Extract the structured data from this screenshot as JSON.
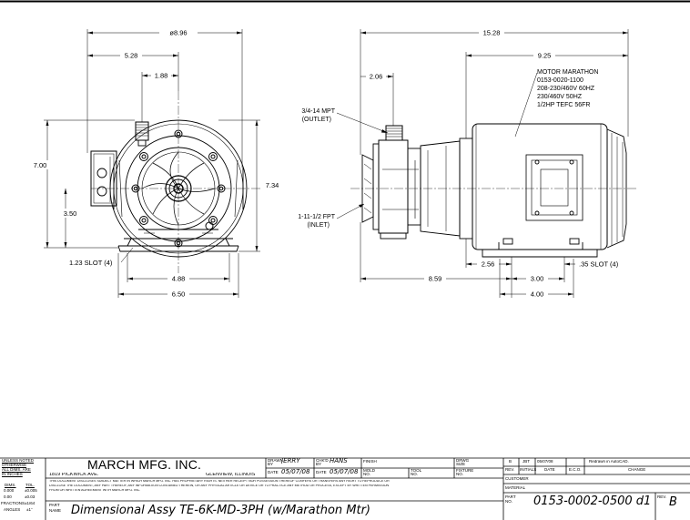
{
  "front_view": {
    "dims": {
      "overall_width": "ø8.96",
      "center_to_left": "5.28",
      "outlet_offset": "1.88",
      "overall_height": "7.00",
      "center_height": "3.50",
      "right_height": "7.34",
      "slot": "1.23 SLOT (4)",
      "bolt_spacing": "4.88",
      "base_width": "6.50"
    }
  },
  "side_view": {
    "dims": {
      "overall_length": "15.28",
      "motor_length": "9.25",
      "outlet_offset": "2.06",
      "base_offset": "8.59",
      "foot_offset": "2.56",
      "foot_spacing": "3.00",
      "foot_width": "4.00",
      "slot": ".35 SLOT (4)"
    },
    "outlet_label": [
      "3/4-14 MPT",
      "(OUTLET)"
    ],
    "inlet_label": [
      "1-11-1/2 FPT",
      "(INLET)"
    ],
    "motor_note": [
      "MOTOR MARATHON",
      "0153-0020-1100",
      "208-230/460V 60HZ",
      "230/460V 50HZ",
      "1/2HP TEFC 56FR"
    ]
  },
  "title_block": {
    "tolerances": {
      "title": [
        "UNLESS NOTED",
        "OTHERWISE",
        "ALL DIMS. ARE",
        "IN INCHES"
      ],
      "dims_label": "DIMS.",
      "tol_label": "TOL.",
      "rows": [
        [
          "0.000",
          "±0.005"
        ],
        [
          "0.00",
          "±0.03"
        ],
        [
          "FRACTIONS",
          "±1/64"
        ],
        [
          "ANGLES",
          "±1°"
        ]
      ]
    },
    "company": "MARCH MFG. INC.",
    "address": "1819 PICKWICK AVE.",
    "city": "GLENVIEW, ILLINOIS",
    "disclaimer": [
      "THIS DOCUMENT DISCLOSES SUBJECT MATTER IN WHICH MARCH MFG. INC. HAS PROPRIETARY RIGHTS. NEITHER RECEIPT NOR POSSESSION THEREOF CONFERS OR TRANSFERS ANY RIGHT TO REPRODUCE OR",
      "DISCLOSE THE DOCUMENT, ANY PART THEREOF, ANY INFORMATION CONTAINED THEREIN, OR ANY PHYSICAL ARTICLE OR DEVICE OR TO PRACTICE ANY METHOD OR PROCESS, EXCEPT BY WRITTEN PERMISSION",
      "FROM OR WRITTEN AGREEMENT WITH MARCH MFG. INC."
    ],
    "drawn_label": [
      "DRAWN",
      "BY"
    ],
    "drawn_by": "JERRY",
    "chkd_label": [
      "CHK'D",
      "BY"
    ],
    "chkd_by": "HANS",
    "date_label": "DATE",
    "drawn_date": "05/07/08",
    "chkd_date": "05/07/08",
    "finish_label": "FINISH",
    "dwg_size_label": [
      "DRWG",
      "SIZE"
    ],
    "mold_label": [
      "MOLD",
      "NO."
    ],
    "tool_label": [
      "TOOL",
      "NO."
    ],
    "fixture_label": [
      "FIXTURE",
      "NO."
    ],
    "revision": {
      "rev": "B",
      "initials": "JBT",
      "date": "05/07/08",
      "eco": "",
      "change": "Redrawn in AutoCAD."
    },
    "rev_headers": [
      "REV.",
      "INITIALS",
      "DATE",
      "E.C.O.",
      "CHANGE"
    ],
    "customer_label": "CUSTOMER",
    "material_label": "MATERIAL",
    "part_label": [
      "PART",
      "NO."
    ],
    "part_no": "0153-0002-0500 d1",
    "rev_label": "REV.",
    "rev_value": "B",
    "part_name_label": [
      "PART",
      "NAME"
    ],
    "part_name": "Dimensional Assy TE-6K-MD-3PH (w/Marathon Mtr)"
  }
}
